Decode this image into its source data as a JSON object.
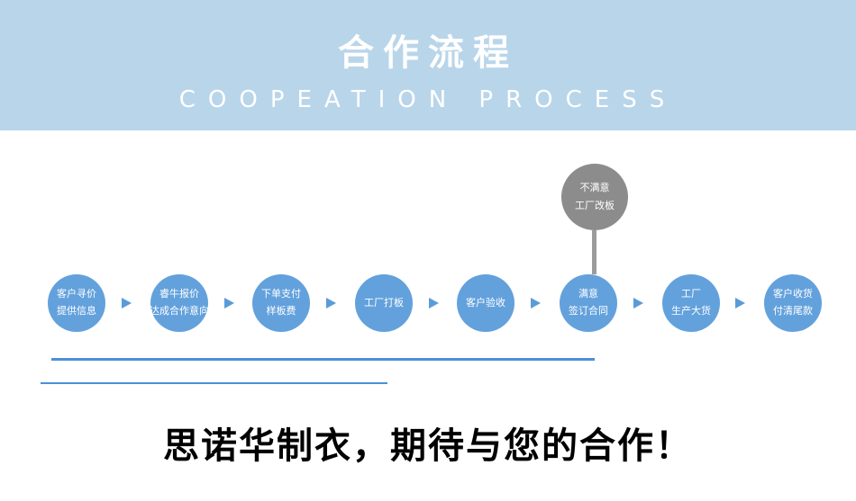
{
  "header": {
    "title": "合作流程",
    "subtitle": "COOPEATION PROCESS",
    "bg_color": "#b9d5ea",
    "text_color": "#ffffff"
  },
  "flow": {
    "node_color": "#63a1dc",
    "alt_node_color": "#8c8c8c",
    "line_color": "#4a90d9",
    "steps": [
      {
        "line1": "客户寻价",
        "line2": "提供信息"
      },
      {
        "line1": "睿牛报价",
        "line2": "达成合作意向"
      },
      {
        "line1": "下单支付",
        "line2": "样板费"
      },
      {
        "line1": "工厂打板",
        "line2": ""
      },
      {
        "line1": "客户验收",
        "line2": ""
      },
      {
        "line1": "满意",
        "line2": "签订合同"
      },
      {
        "line1": "工厂",
        "line2": "生产大货"
      },
      {
        "line1": "客户收货",
        "line2": "付清尾款"
      }
    ],
    "alt_node": {
      "line1": "不满意",
      "line2": "工厂改板"
    }
  },
  "footer": {
    "slogan": "思诺华制衣，期待与您的合作！"
  }
}
